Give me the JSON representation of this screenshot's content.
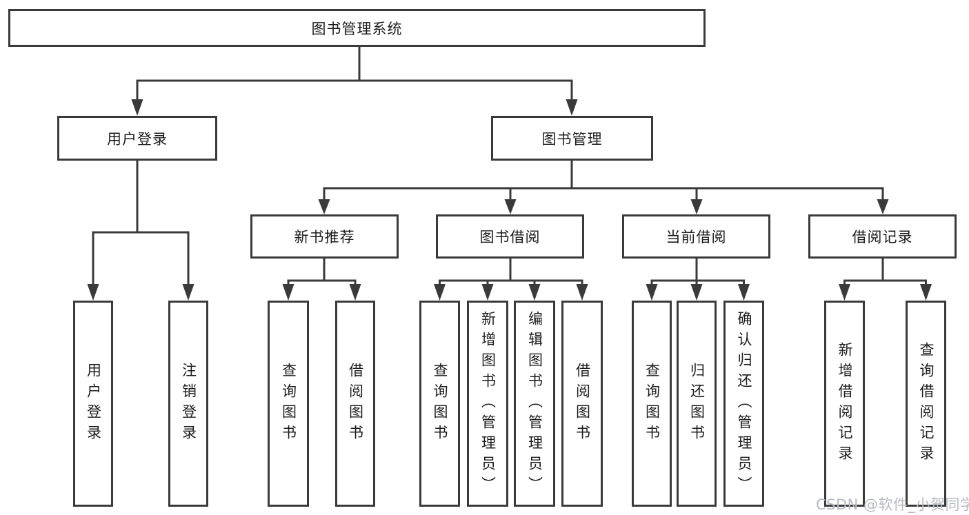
{
  "diagram": {
    "root": {
      "label": "图书管理系统"
    },
    "branches": [
      {
        "label": "用户登录",
        "leaves": [
          {
            "label": "用户登录"
          },
          {
            "label": "注销登录"
          }
        ]
      },
      {
        "label": "图书管理",
        "sections": [
          {
            "label": "新书推荐",
            "leaves": [
              {
                "label": "查询图书"
              },
              {
                "label": "借阅图书"
              }
            ]
          },
          {
            "label": "图书借阅",
            "leaves": [
              {
                "label": "查询图书"
              },
              {
                "label": "新增图书（管理员）"
              },
              {
                "label": "编辑图书（管理员）"
              },
              {
                "label": "借阅图书"
              }
            ]
          },
          {
            "label": "当前借阅",
            "leaves": [
              {
                "label": "查询图书"
              },
              {
                "label": "归还图书"
              },
              {
                "label": "确认归还（管理员）"
              }
            ]
          },
          {
            "label": "借阅记录",
            "leaves": [
              {
                "label": "新增借阅记录"
              },
              {
                "label": "查询借阅记录"
              }
            ]
          }
        ]
      }
    ],
    "watermark": "CSDN @软件_小贺同学",
    "colors": {
      "line": "#3a3a3a",
      "text": "#1c1c1c",
      "background": "#ffffff",
      "watermark": "#b6bac2"
    }
  }
}
